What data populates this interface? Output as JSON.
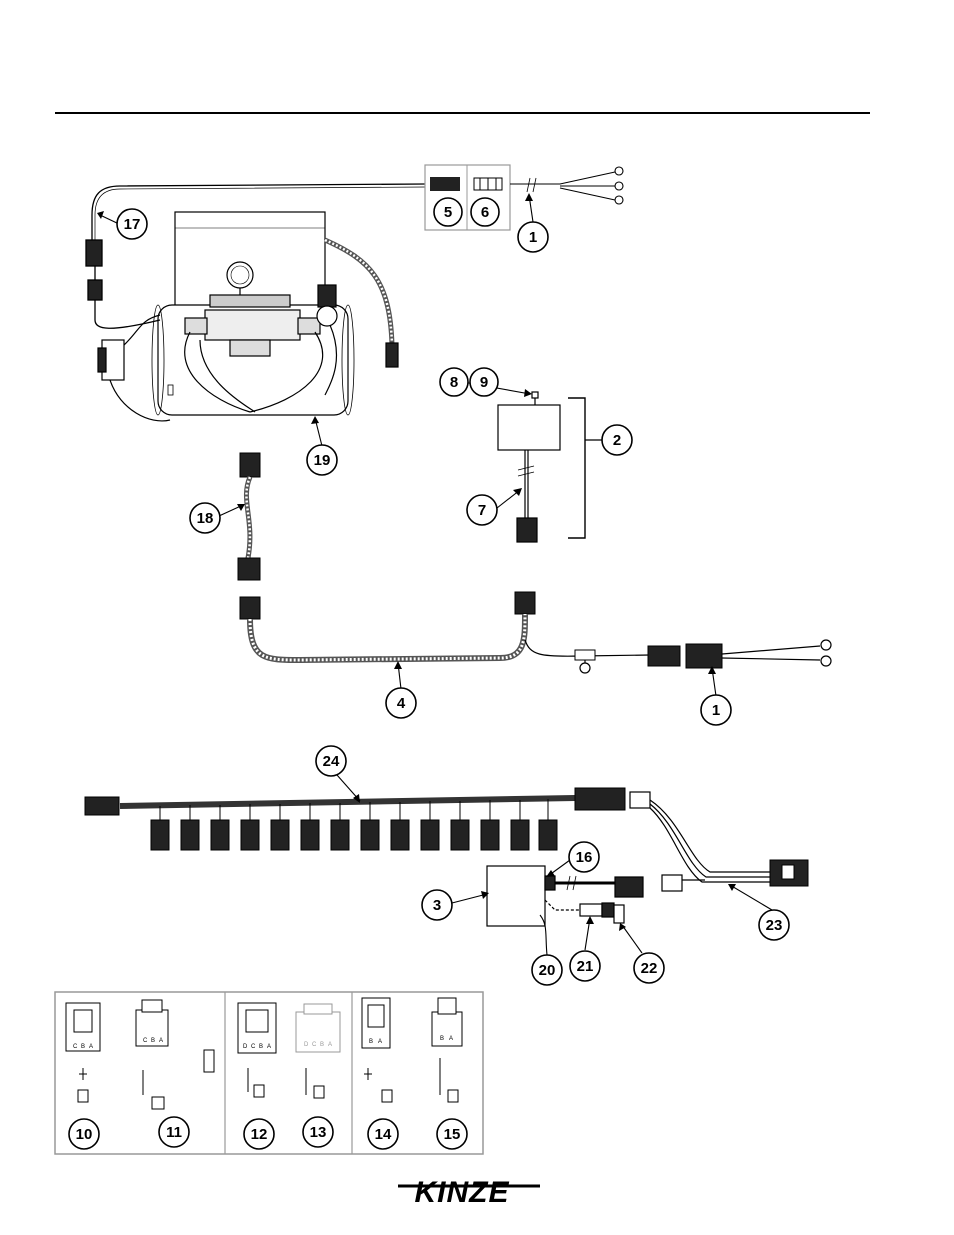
{
  "brand": {
    "logo_text": "KINZE"
  },
  "callouts": [
    "1",
    "2",
    "3",
    "4",
    "5",
    "6",
    "7",
    "8",
    "9",
    "10",
    "11",
    "12",
    "13",
    "14",
    "15",
    "16",
    "17",
    "18",
    "19",
    "20",
    "21",
    "22",
    "23",
    "24"
  ],
  "connector_pins": {
    "abc": [
      "C",
      "B",
      "A"
    ],
    "abcd": [
      "D",
      "C",
      "B",
      "A"
    ],
    "ab": [
      "B",
      "A"
    ]
  }
}
